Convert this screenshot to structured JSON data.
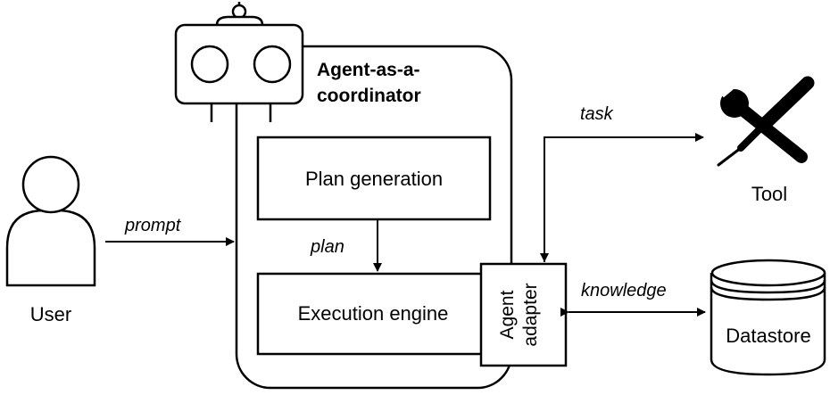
{
  "diagram": {
    "agent_title_line1": "Agent-as-a-",
    "agent_title_line2": "coordinator",
    "plan_generation": "Plan generation",
    "execution_engine": "Execution engine",
    "agent_adapter_line1": "Agent",
    "agent_adapter_line2": "adapter",
    "user_label": "User",
    "tool_label": "Tool",
    "datastore_label": "Datastore",
    "edge_prompt": "prompt",
    "edge_plan": "plan",
    "edge_task": "task",
    "edge_knowledge": "knowledge"
  },
  "icons": {
    "robot": "robot-icon",
    "user": "user-icon",
    "tool": "wrench-screwdriver-icon",
    "datastore": "database-icon"
  }
}
